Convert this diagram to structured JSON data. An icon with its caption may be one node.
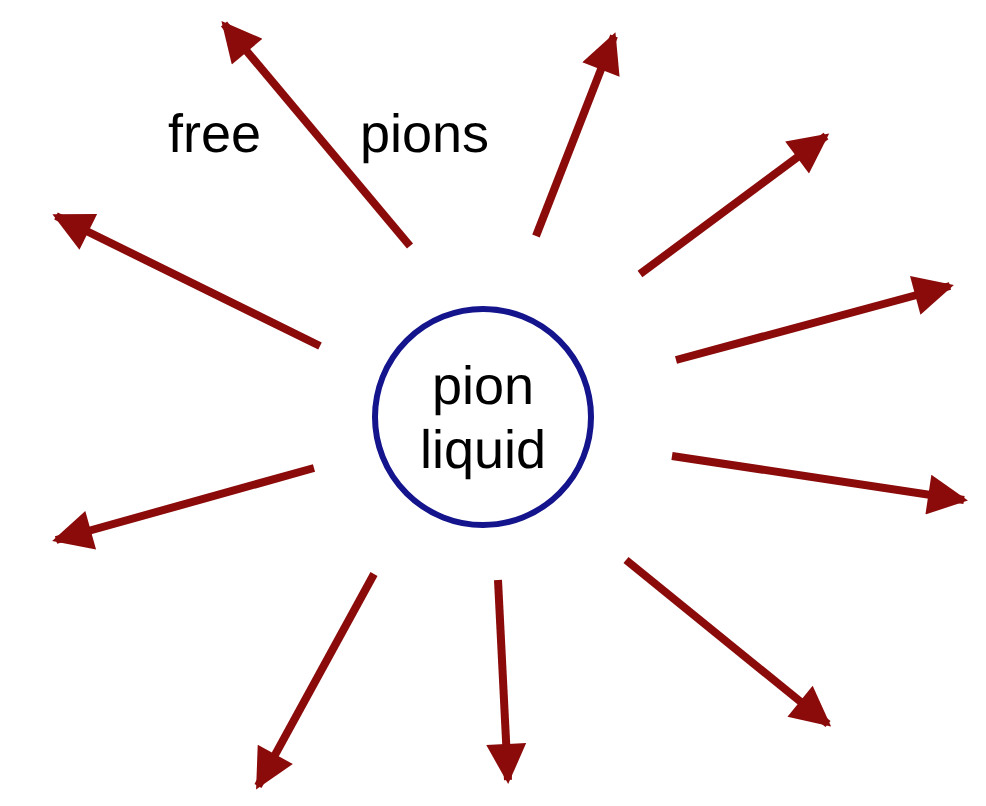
{
  "diagram": {
    "nodes": [
      {
        "text": [
          "pion liquid"
        ]
      }
    ],
    "labels": [
      "free",
      "pions"
    ]
  }
}
